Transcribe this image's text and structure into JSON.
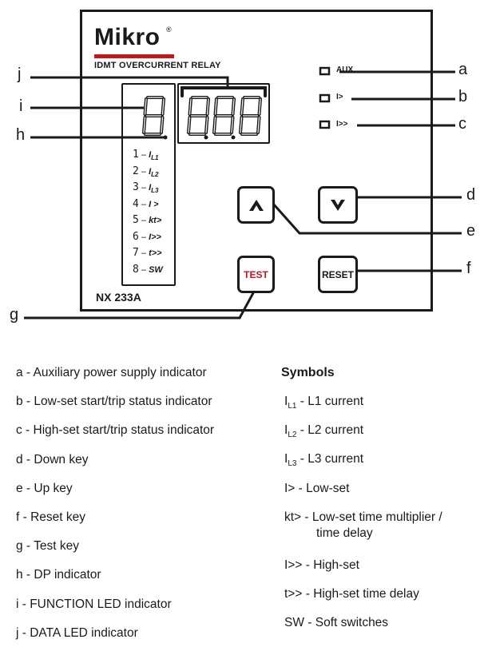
{
  "device": {
    "brand": "Mikro",
    "registered_mark": "®",
    "product": "IDMT OVERCURRENT RELAY",
    "model": "NX 233A",
    "brand_color": "#c8161d"
  },
  "indicators": [
    {
      "label": "AUX"
    },
    {
      "label": "I>"
    },
    {
      "label": "I>>"
    }
  ],
  "keys": {
    "up_icon": "up-arrow-icon",
    "down_icon": "down-arrow-icon",
    "test_label": "TEST",
    "reset_label": "RESET"
  },
  "function_list": [
    {
      "digit": "1",
      "code": "I",
      "sub": "L1"
    },
    {
      "digit": "2",
      "code": "I",
      "sub": "L2"
    },
    {
      "digit": "3",
      "code": "I",
      "sub": "L3"
    },
    {
      "digit": "4",
      "code": "I >",
      "sub": ""
    },
    {
      "digit": "5",
      "code": "kt>",
      "sub": ""
    },
    {
      "digit": "6",
      "code": "I>>",
      "sub": ""
    },
    {
      "digit": "7",
      "code": "t>>",
      "sub": ""
    },
    {
      "digit": "8",
      "code": "SW",
      "sub": ""
    }
  ],
  "callouts": [
    "a",
    "b",
    "c",
    "d",
    "e",
    "f",
    "g",
    "h",
    "i",
    "j"
  ],
  "legend": [
    {
      "letter": "a",
      "text": "Auxiliary power supply indicator"
    },
    {
      "letter": "b",
      "text": "Low-set start/trip status indicator"
    },
    {
      "letter": "c",
      "text": "High-set start/trip status indicator"
    },
    {
      "letter": "d",
      "text": "Down key"
    },
    {
      "letter": "e",
      "text": "Up key"
    },
    {
      "letter": "f",
      "text": "Reset key"
    },
    {
      "letter": "g",
      "text": "Test key"
    },
    {
      "letter": "h",
      "text": "DP indicator"
    },
    {
      "letter": "i",
      "text": "FUNCTION LED indicator"
    },
    {
      "letter": "j",
      "text": "DATA LED indicator"
    }
  ],
  "symbols": {
    "heading": "Symbols",
    "items": [
      {
        "sym": "I",
        "sub": "L1",
        "desc": "- L1 current"
      },
      {
        "sym": "I",
        "sub": "L2",
        "desc": "- L2 current"
      },
      {
        "sym": "I",
        "sub": "L3",
        "desc": "- L3 current"
      },
      {
        "sym": "I>",
        "sub": "",
        "desc": "- Low-set"
      },
      {
        "sym": "kt>",
        "sub": "",
        "desc": "- Low-set time multiplier /",
        "desc2": "time delay"
      },
      {
        "sym": "I>>",
        "sub": "",
        "desc": "- High-set"
      },
      {
        "sym": "t>>",
        "sub": "",
        "desc": "- High-set  time delay"
      },
      {
        "sym": "SW",
        "sub": "",
        "desc": "- Soft switches"
      }
    ]
  }
}
